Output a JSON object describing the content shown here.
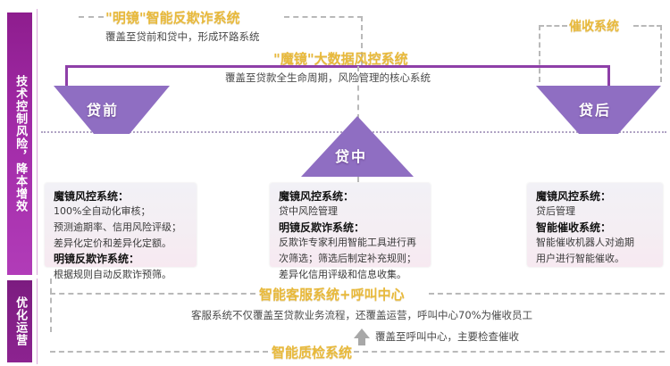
{
  "sidebar": {
    "items": [
      {
        "label": "技术控制风险，降本增效",
        "color": "#9a27a0"
      },
      {
        "label": "优化运营",
        "color": "#7c1c80"
      }
    ]
  },
  "banners": {
    "anti_fraud": {
      "title": "\"明镜\"智能反欺诈系统",
      "subtitle": "覆盖至贷前和贷中，形成环路系统"
    },
    "big_data_risk": {
      "title": "\"魔镜\"大数据风控系统",
      "subtitle": "覆盖至贷款全生命周期，风险管理的核心系统"
    },
    "collection": {
      "title": "催收系统"
    },
    "customer_service": {
      "title": "智能客服系统+呼叫中心",
      "subtitle": "客服系统不仅覆盖至贷款业务流程，还覆盖运营，呼叫中心70%为催收员工"
    },
    "quality_inspection": {
      "title": "智能质检系统",
      "subtitle": "覆盖至呼叫中心，主要检查催收"
    }
  },
  "stages": [
    {
      "key": "pre_loan",
      "label": "贷前",
      "shape": "funnel"
    },
    {
      "key": "in_loan",
      "label": "贷中",
      "shape": "triangle"
    },
    {
      "key": "post_loan",
      "label": "贷后",
      "shape": "funnel"
    }
  ],
  "cards": {
    "pre_loan": {
      "blocks": [
        {
          "heading": "魔镜风控系统：",
          "lines": [
            "100%全自动化审核；",
            "预测逾期率、信用风险评级；",
            "差异化定价和差异化定额。"
          ]
        },
        {
          "heading": "明镜反欺诈系统：",
          "lines": [
            "根据规则自动反欺诈预筛。"
          ]
        }
      ]
    },
    "in_loan": {
      "blocks": [
        {
          "heading": "魔镜风控系统：",
          "lines": [
            "贷中风险管理"
          ]
        },
        {
          "heading": "明镜反欺诈系统：",
          "lines": [
            "反欺诈专家利用智能工具进行再",
            "次筛选；筛选后制定补充规则；",
            "差异化信用评级和信息收集。"
          ]
        }
      ]
    },
    "post_loan": {
      "blocks": [
        {
          "heading": "魔镜风控系统：",
          "lines": [
            "贷后管理"
          ]
        },
        {
          "heading": "智能催收系统：",
          "lines": [
            "智能催收机器人对逾期",
            "用户进行智能催收。"
          ]
        }
      ]
    }
  },
  "colors": {
    "gold": "#e8b93b",
    "purple_bracket": "#8e3fa8",
    "funnel_fill": "#8f6ec2",
    "sidebar_primary": "#9a27a0",
    "sidebar_secondary": "#7c1c80",
    "card_bg": "#f4eef3",
    "dash_gray": "#b9b9b9"
  },
  "icons": {
    "up_arrow": "arrow-up-icon"
  }
}
